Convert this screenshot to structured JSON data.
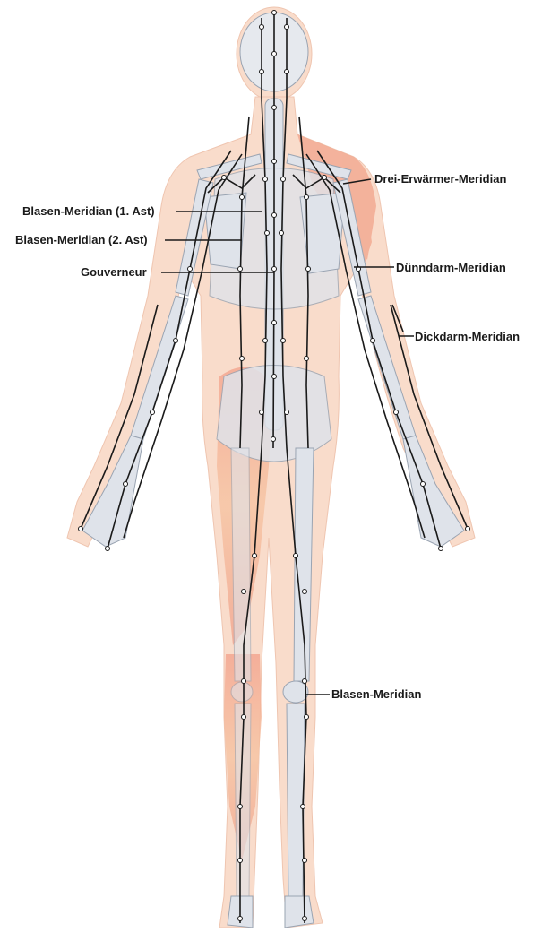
{
  "diagram": {
    "labels": {
      "blasen_1_ast": "Blasen-Meridian (1. Ast)",
      "blasen_2_ast": "Blasen-Meridian (2. Ast)",
      "gouverneur": "Gouverneur",
      "drei_erwaermer": "Drei-Erwärmer-Meridian",
      "duenndarm": "Dünndarm-Meridian",
      "dickdarm": "Dickdarm-Meridian",
      "blasen": "Blasen-Meridian"
    },
    "colors": {
      "skin": "#f9dccb",
      "muscle": "#f0a58e",
      "bone": "#dfe3ea",
      "bone_outline": "#9aa4b2",
      "meridian_line": "#1a1a1a"
    },
    "icons": [
      "body-silhouette-back-view",
      "skeleton",
      "muscles",
      "meridian-points"
    ]
  }
}
